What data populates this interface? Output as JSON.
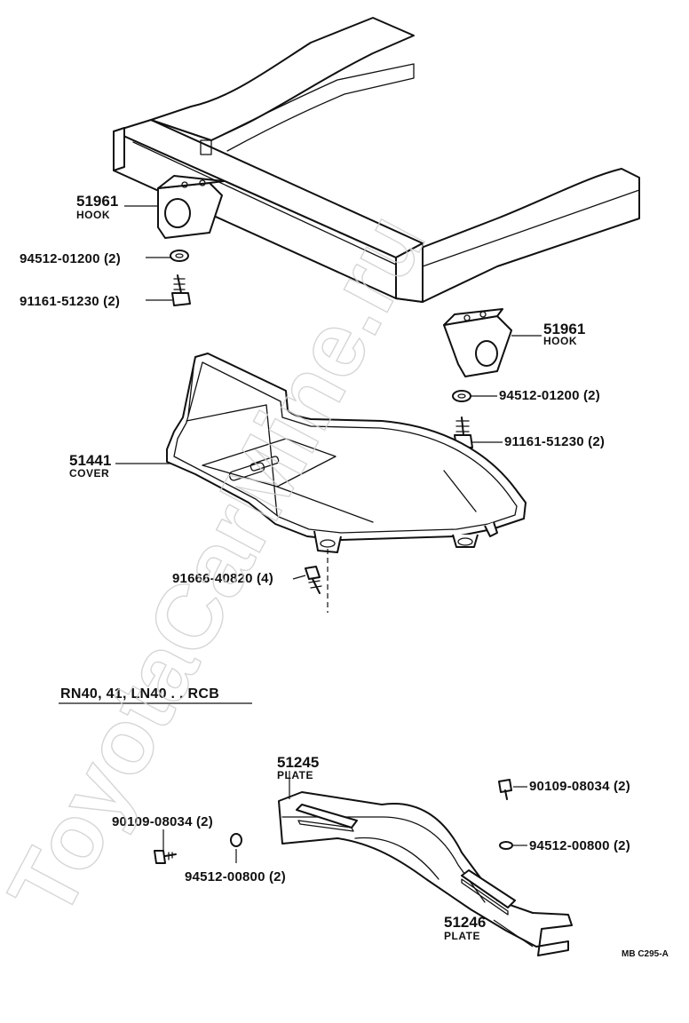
{
  "watermark": "ToyotaCarMine.ru",
  "section_title": "RN40, 41, LN40 . . RCB",
  "diagram_code": "MB C295-A",
  "upper": {
    "hook_left": {
      "number": "51961",
      "name": "HOOK"
    },
    "hook_right": {
      "number": "51961",
      "name": "HOOK"
    },
    "washer_left": "94512-01200 (2)",
    "bolt_left": "91161-51230 (2)",
    "washer_right": "94512-01200 (2)",
    "bolt_right": "91161-51230 (2)",
    "cover": {
      "number": "51441",
      "name": "COVER"
    },
    "cover_bolt": "91666-40820 (4)"
  },
  "lower": {
    "plate_front": {
      "number": "51245",
      "name": "PLATE"
    },
    "plate_rear": {
      "number": "51246",
      "name": "PLATE"
    },
    "bolt_left": "90109-08034 (2)",
    "washer_left": "94512-00800 (2)",
    "bolt_right": "90109-08034 (2)",
    "washer_right": "94512-00800 (2)"
  }
}
